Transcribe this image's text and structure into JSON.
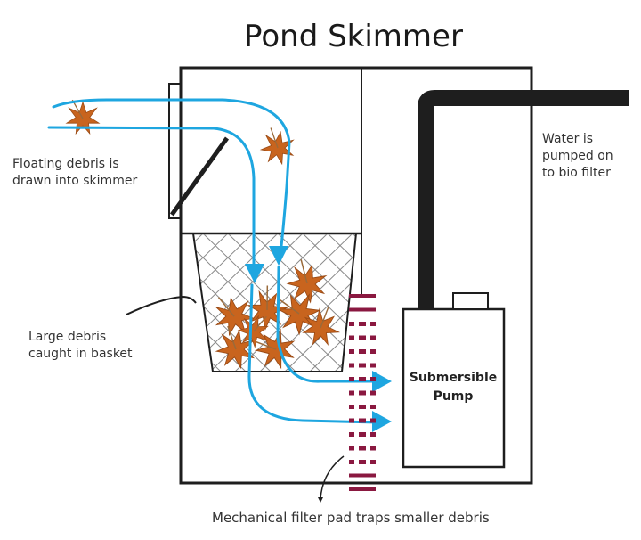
{
  "title": "Pond Skimmer",
  "labels": {
    "floating_debris": [
      "Floating debris is",
      "drawn into skimmer"
    ],
    "pumped_on": [
      "Water is",
      "pumped on",
      "to bio filter"
    ],
    "large_debris": [
      "Large debris",
      "caught in basket"
    ],
    "pump": [
      "Submersible",
      "Pump"
    ],
    "filter_pad": "Mechanical filter pad traps smaller debris"
  },
  "icons": [
    "leaf-icon",
    "arrow-icon"
  ],
  "colors": {
    "outline": "#1e1e1e",
    "water_flow": "#1ea6e0",
    "leaf": "#c8641e",
    "filter_pad": "#8a1840",
    "basket_mesh": "#777777"
  }
}
